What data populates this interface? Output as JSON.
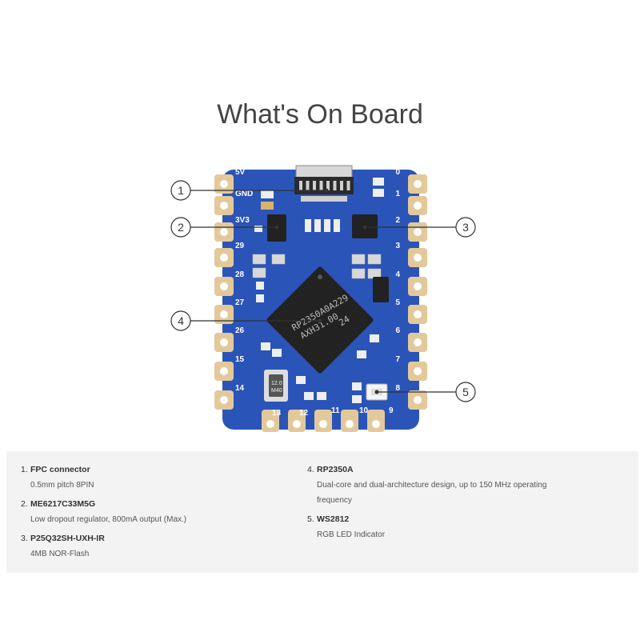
{
  "title": "What's On Board",
  "colors": {
    "pcb": "#2a54b8",
    "pcb_dark": "#1d3f93",
    "pad": "#e3c99a",
    "chip": "#222222",
    "callout": "#333333",
    "panel": "#f3f3f3"
  },
  "board": {
    "pin_labels_left": [
      "5V",
      "GND",
      "3V3",
      "29",
      "28",
      "27",
      "26",
      "15",
      "14"
    ],
    "pin_labels_right": [
      "0",
      "1",
      "2",
      "3",
      "4",
      "5",
      "6",
      "7",
      "8"
    ],
    "pin_labels_bottom": [
      "13",
      "12",
      "11",
      "10",
      "9"
    ],
    "chip_marking": [
      "RP2350A0A2",
      "AXH31.00",
      "29",
      "24"
    ],
    "crystal_marking": [
      "12.0",
      "M40"
    ]
  },
  "callouts": [
    "1",
    "2",
    "3",
    "4",
    "5"
  ],
  "items": [
    {
      "num": "1.",
      "name": "FPC connector",
      "desc": [
        "0.5mm pitch 8PIN"
      ]
    },
    {
      "num": "2.",
      "name": "ME6217C33M5G",
      "desc": [
        "Low dropout regulator, 800mA output (Max.)"
      ]
    },
    {
      "num": "3.",
      "name": "P25Q32SH-UXH-IR",
      "desc": [
        "4MB NOR-Flash"
      ]
    },
    {
      "num": "4.",
      "name": "RP2350A",
      "desc": [
        "Dual-core and dual-architecture design, up to 150 MHz operating",
        "frequency"
      ]
    },
    {
      "num": "5.",
      "name": "WS2812",
      "desc": [
        "RGB LED Indicator"
      ]
    }
  ]
}
